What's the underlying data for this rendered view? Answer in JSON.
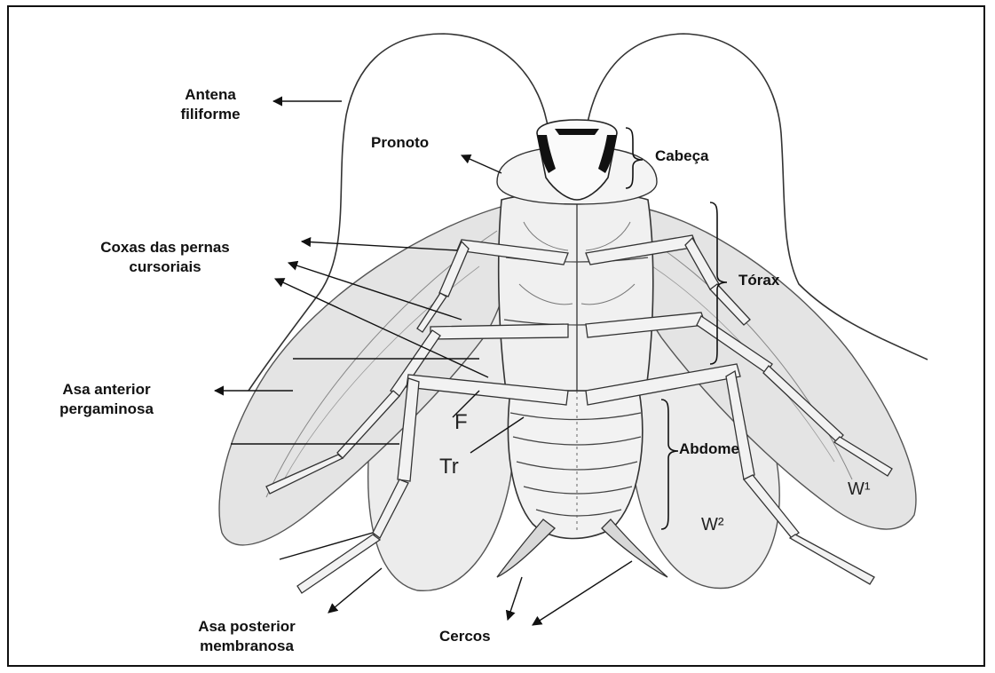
{
  "labels": {
    "antena": [
      "Antena",
      "filiforme"
    ],
    "pronoto": "Pronoto",
    "cabeca": "Cabeça",
    "torax": "Tórax",
    "coxas": [
      "Coxas das pernas",
      "cursoriais"
    ],
    "asa_anterior": [
      "Asa anterior",
      "pergaminosa"
    ],
    "abdome": "Abdome",
    "asa_posterior": [
      "Asa posterior",
      "membranosa"
    ],
    "cercos": "Cercos"
  },
  "handwritten": {
    "f": "F",
    "tr": "Tr",
    "w1": "W¹",
    "w2": "W²"
  }
}
